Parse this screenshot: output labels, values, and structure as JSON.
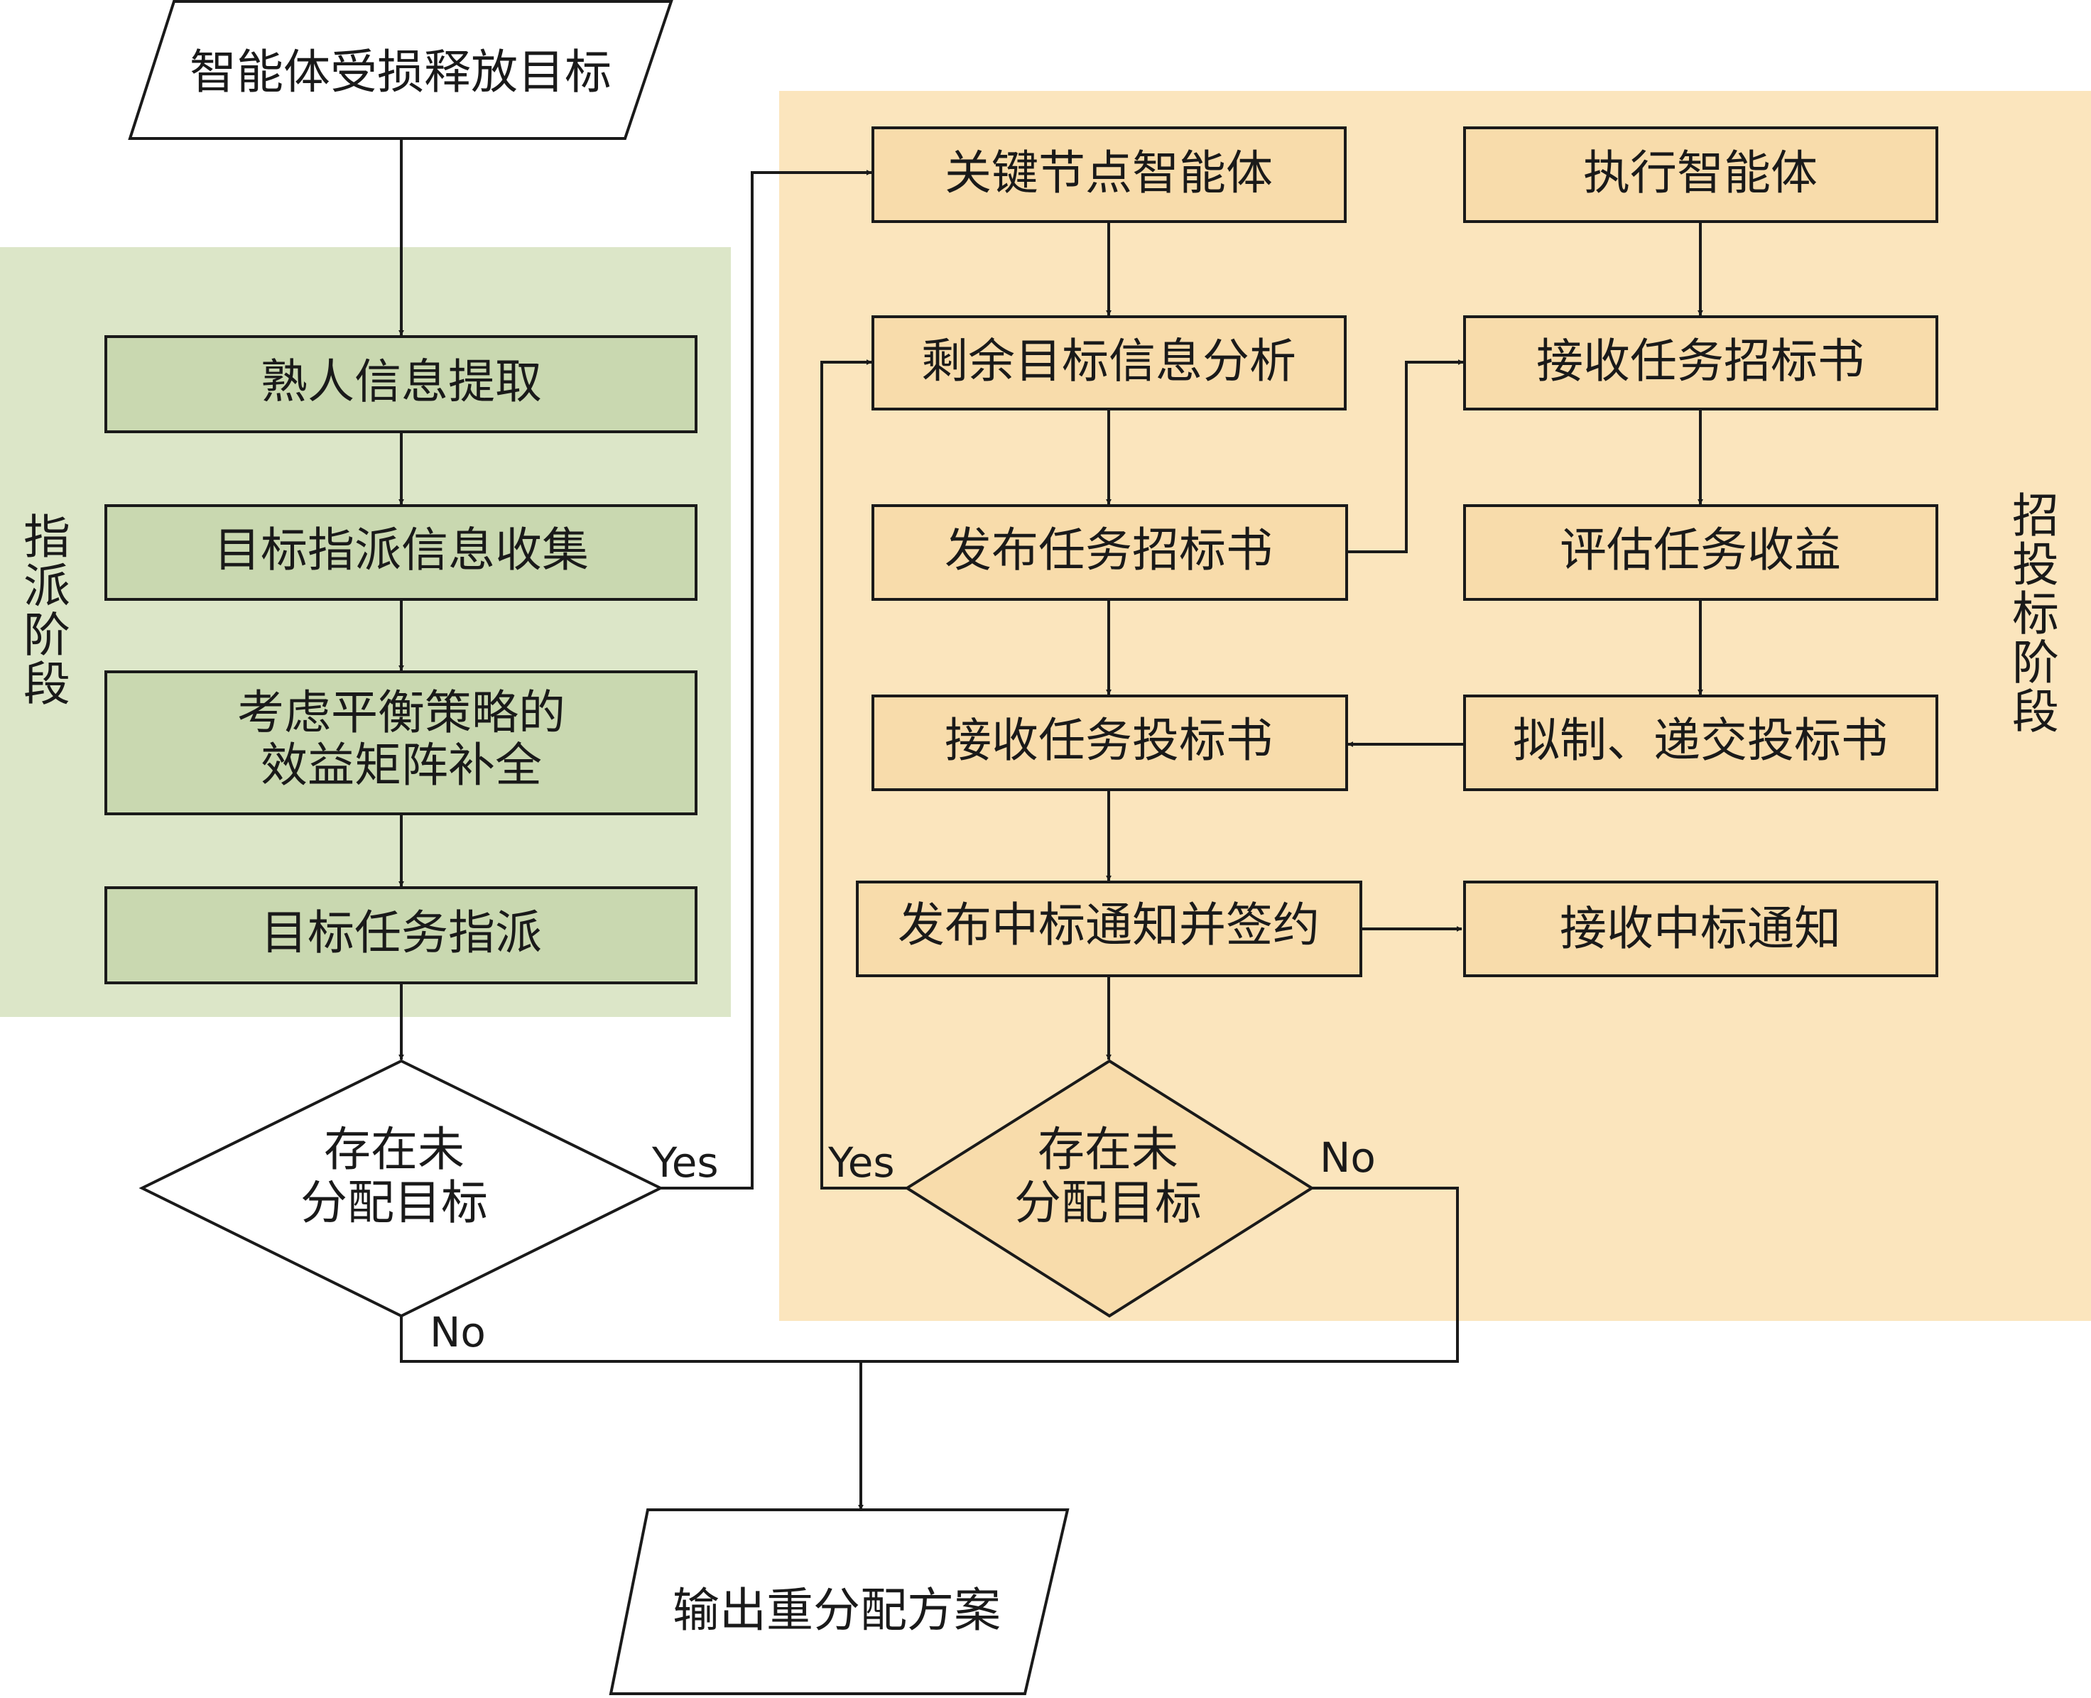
{
  "nodes": {
    "start": "智能体受损释放目标",
    "acquaint": "熟人信息提取",
    "collect": "目标指派信息收集",
    "matrix_line1": "考虑平衡策略的",
    "matrix_line2": "效益矩阵补全",
    "assign": "目标任务指派",
    "decision1_line1": "存在未",
    "decision1_line2": "分配目标",
    "key_agent": "关键节点智能体",
    "remaining": "剩余目标信息分析",
    "publish_tender": "发布任务招标书",
    "receive_bids": "接收任务投标书",
    "publish_award": "发布中标通知并签约",
    "decision2_line1": "存在未",
    "decision2_line2": "分配目标",
    "exec_agent": "执行智能体",
    "receive_tender": "接收任务招标书",
    "evaluate": "评估任务收益",
    "draft_bid": "拟制、递交投标书",
    "receive_award": "接收中标通知",
    "output": "输出重分配方案"
  },
  "phases": {
    "assign": "指派阶段",
    "tender": "招投标阶段"
  },
  "labels": {
    "yes": "Yes",
    "no": "No"
  },
  "colors": {
    "assign_phase_bg": "#dce6c8",
    "tender_phase_bg": "#fbe5bd",
    "assign_box_fill": "#c9d8b0",
    "tender_box_fill": "#f8dcab",
    "stroke": "#1a1a1a"
  }
}
